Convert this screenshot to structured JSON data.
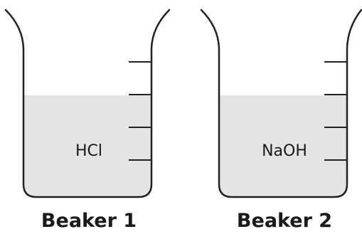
{
  "colors": {
    "outline": "#222222",
    "liquid": "#e4e4e4",
    "background": "#ffffff"
  },
  "beakers": [
    {
      "title": "Beaker 1",
      "solution": "HCl"
    },
    {
      "title": "Beaker 2",
      "solution": "NaOH"
    }
  ]
}
